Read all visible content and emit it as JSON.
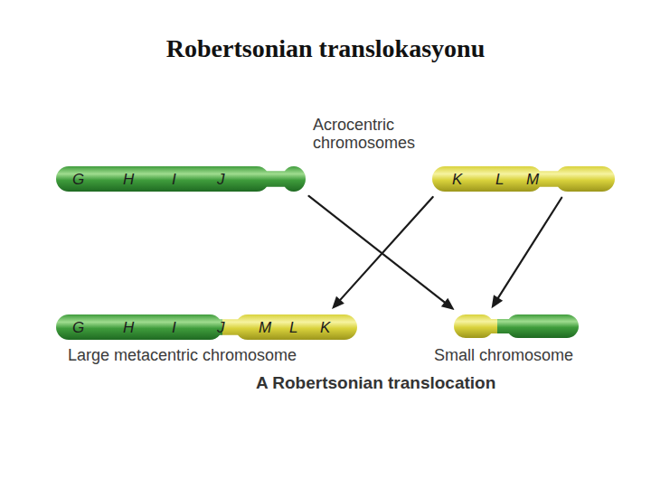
{
  "diagram": {
    "title": "Robertsonian translokasyonu",
    "caption": "A Robertsonian translocation",
    "nodes": [
      {
        "text": [
          "G",
          "H",
          "I",
          "J"
        ]
      },
      {
        "text": [
          "K",
          "L",
          "M"
        ]
      },
      {
        "text": [
          "G",
          "H",
          "I",
          "J",
          "M",
          "L",
          "K",
          "Large metacentric chromosome"
        ]
      },
      {
        "text": [
          "Small chromosome"
        ]
      }
    ],
    "edges": [
      {
        "from": 0,
        "to": 3,
        "arrow": "to"
      },
      {
        "from": 1,
        "to": 2,
        "arrow": "to"
      },
      {
        "from": 1,
        "to": 3,
        "arrow": "to"
      }
    ],
    "labels": [
      "Acrocentric chromosomes"
    ]
  }
}
